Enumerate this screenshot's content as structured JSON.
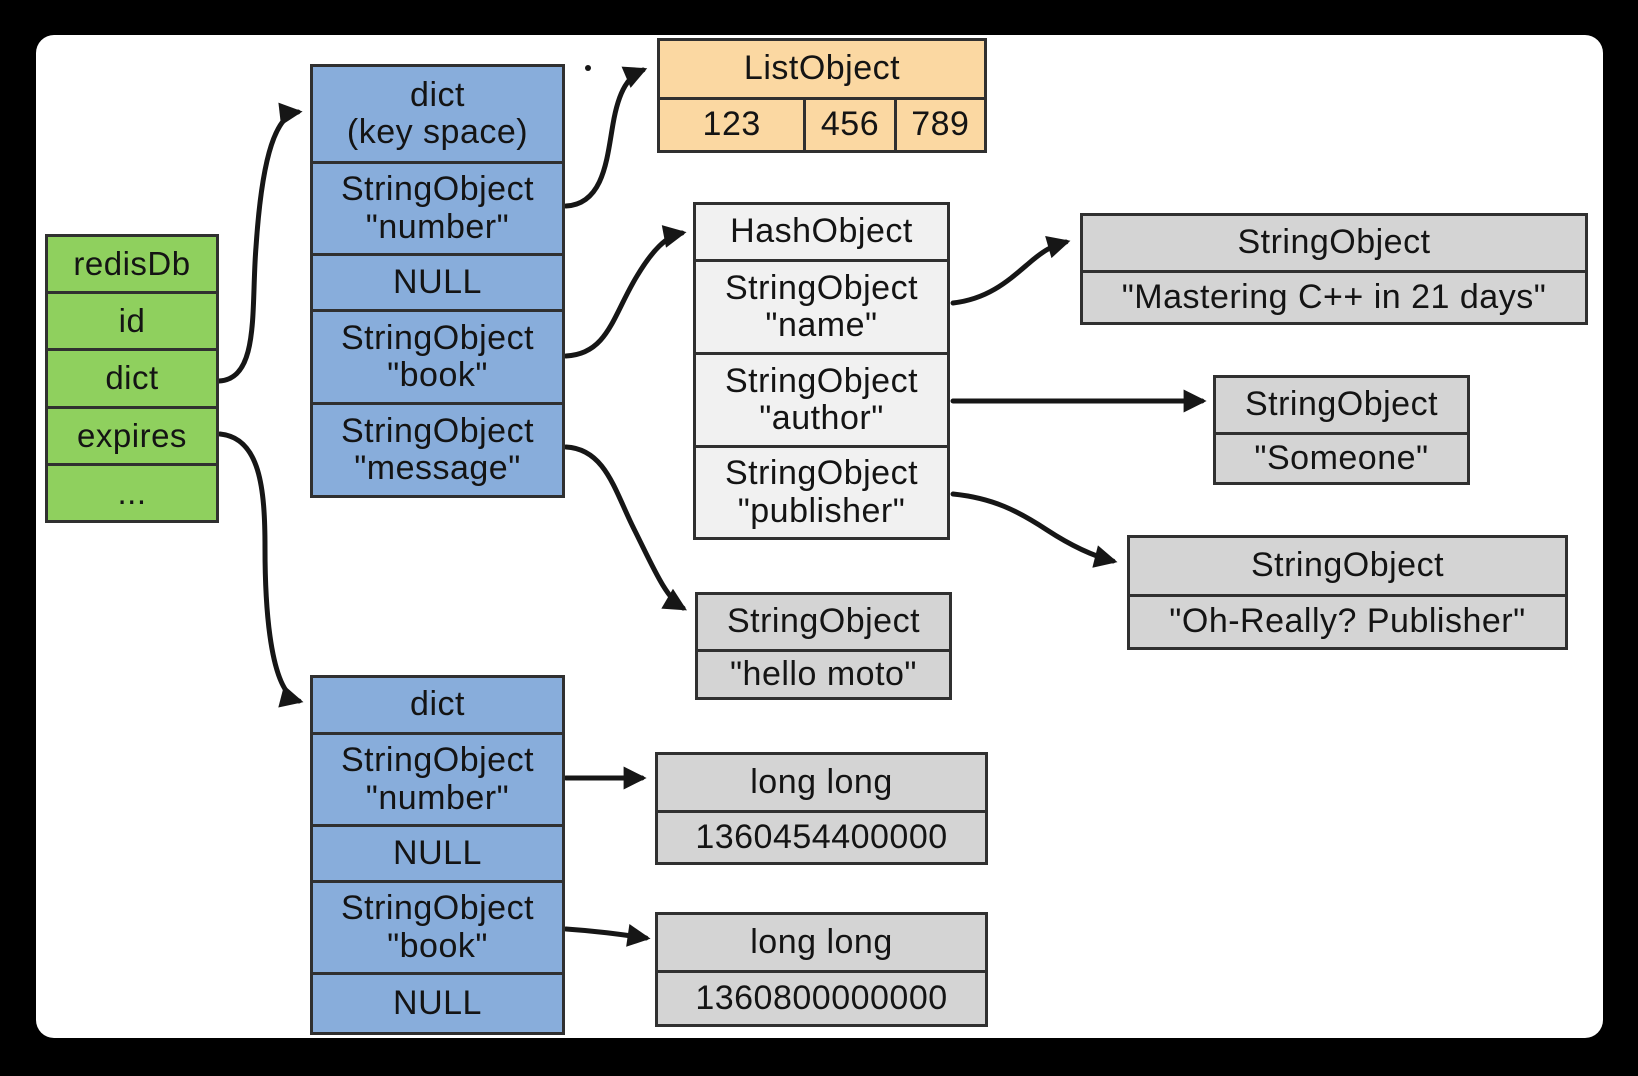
{
  "colors": {
    "bg": "#000000",
    "surface": "#ffffff",
    "green": "#8fd05e",
    "blue": "#88addb",
    "orange": "#fbd8a2",
    "gray": "#d4d4d4",
    "light": "#f1f1f1",
    "border": "#303030",
    "ink": "#141414",
    "arrow": "#161616"
  },
  "redisdb": {
    "rows": [
      "redisDb",
      "id",
      "dict",
      "expires",
      "..."
    ]
  },
  "keyspace_dict": {
    "rows": [
      "dict\n(key space)",
      "StringObject\n\"number\"",
      "NULL",
      "StringObject\n\"book\"",
      "StringObject\n\"message\""
    ]
  },
  "list_object": {
    "title": "ListObject",
    "items": [
      "123",
      "456",
      "789"
    ]
  },
  "hash_object": {
    "rows": [
      "HashObject",
      "StringObject\n\"name\"",
      "StringObject\n\"author\"",
      "StringObject\n\"publisher\""
    ]
  },
  "string_objects": {
    "book_name": {
      "title": "StringObject",
      "value": "\"Mastering C++ in 21 days\""
    },
    "author": {
      "title": "StringObject",
      "value": "\"Someone\""
    },
    "publisher": {
      "title": "StringObject",
      "value": "\"Oh-Really? Publisher\""
    },
    "message": {
      "title": "StringObject",
      "value": "\"hello moto\""
    }
  },
  "expires_dict": {
    "rows": [
      "dict",
      "StringObject\n\"number\"",
      "NULL",
      "StringObject\n\"book\"",
      "NULL"
    ]
  },
  "long_longs": {
    "number": {
      "title": "long long",
      "value": "1360454400000"
    },
    "book": {
      "title": "long long",
      "value": "1360800000000"
    }
  },
  "edges": [
    {
      "from": "redisDb dict",
      "to": "dict (key space)"
    },
    {
      "from": "redisDb expires",
      "to": "expires dict"
    },
    {
      "from": "keyspace \"number\"",
      "to": "ListObject"
    },
    {
      "from": "keyspace \"book\"",
      "to": "HashObject"
    },
    {
      "from": "keyspace \"message\"",
      "to": "StringObject \"hello moto\""
    },
    {
      "from": "hash \"name\"",
      "to": "StringObject \"Mastering C++ in 21 days\""
    },
    {
      "from": "hash \"author\"",
      "to": "StringObject \"Someone\""
    },
    {
      "from": "hash \"publisher\"",
      "to": "StringObject \"Oh-Really? Publisher\""
    },
    {
      "from": "expires dict \"number\"",
      "to": "long long 1360454400000"
    },
    {
      "from": "expires dict \"book\"",
      "to": "long long 1360800000000"
    }
  ]
}
